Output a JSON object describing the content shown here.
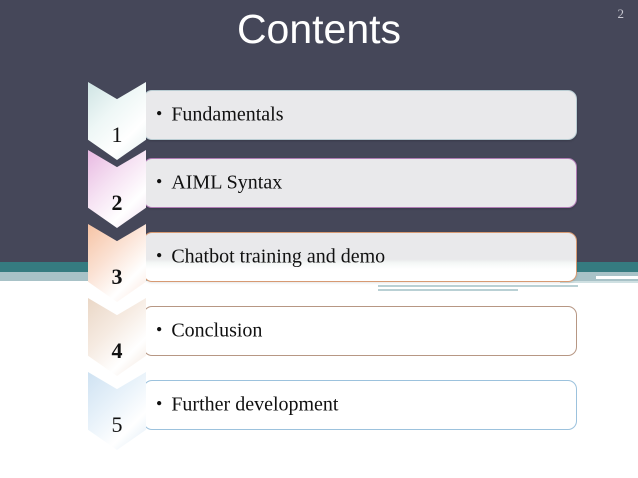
{
  "slide": {
    "title": "Contents",
    "page_number": "2",
    "bullet_glyph": "•"
  },
  "colors": {
    "background_navy": "#454759",
    "band_teal": "#357b80",
    "band_teal_light": "#a8c2c7",
    "background_white": "#ffffff",
    "title_text": "#ffffff",
    "page_number_text": "#c9c9d2",
    "body_text": "#101010",
    "bar_fill_gray": "#e9e9eb",
    "bar_border_1": "#b9ccd2",
    "bar_border_2": "#b07bb5",
    "bar_border_3": "#d79a72",
    "bar_border_4": "#b79784",
    "bar_border_5": "#9cc2dd"
  },
  "items": [
    {
      "number": "1",
      "label": "Fundamentals"
    },
    {
      "number": "2",
      "label": "AIML Syntax"
    },
    {
      "number": "3",
      "label": "Chatbot training and demo"
    },
    {
      "number": "4",
      "label": "Conclusion"
    },
    {
      "number": "5",
      "label": "Further development"
    }
  ]
}
